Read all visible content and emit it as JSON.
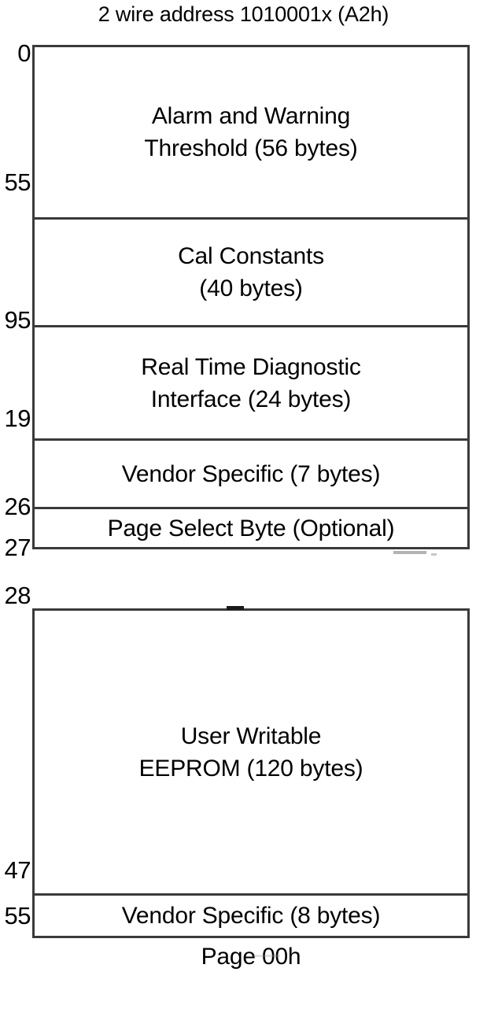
{
  "title": "2 wire address 1010001x (A2h)",
  "caption": "Page 00h",
  "upper_block": {
    "rows": [
      {
        "label": "Alarm and Warning\nThreshold  (56 bytes)",
        "name": "alarm-warning-threshold"
      },
      {
        "label": "Cal Constants\n(40 bytes)",
        "name": "cal-constants"
      },
      {
        "label": "Real Time Diagnostic\nInterface (24 bytes)",
        "name": "real-time-diagnostic-interface"
      },
      {
        "label": "Vendor Specific (7 bytes)",
        "name": "vendor-specific-7"
      },
      {
        "label": "Page Select Byte (Optional)",
        "name": "page-select-byte"
      }
    ]
  },
  "lower_block": {
    "rows": [
      {
        "label": "User Writable\nEEPROM (120 bytes)",
        "name": "user-writable-eeprom"
      },
      {
        "label": "Vendor Specific (8 bytes)",
        "name": "vendor-specific-8"
      }
    ]
  },
  "address_labels": {
    "a0": "0",
    "a55": "55",
    "a95": "95",
    "a119": "19",
    "a246": "26",
    "a247": "27",
    "a248": "28",
    "a247b": "47",
    "a255": "55"
  },
  "colors": {
    "border": "#3a3a3a",
    "background": "#ffffff",
    "text": "#000000"
  }
}
